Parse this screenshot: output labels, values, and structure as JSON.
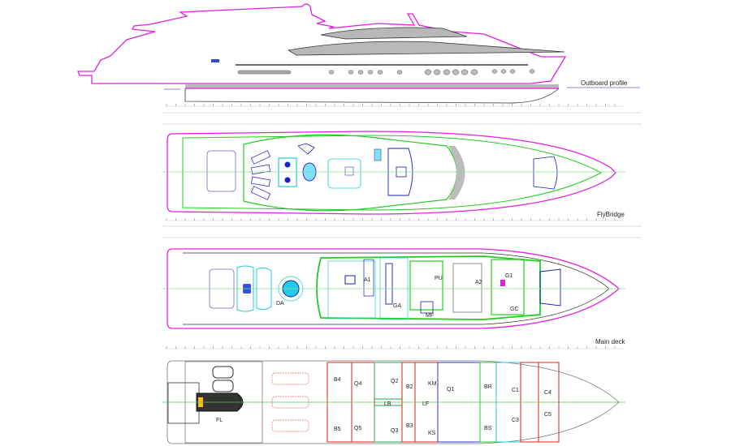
{
  "views": {
    "outboard": {
      "title": "Outboard profile"
    },
    "flybridge": {
      "title": "FlyBridge"
    },
    "main_deck": {
      "title": "Main deck",
      "rooms": [
        "DA",
        "A1",
        "GA",
        "PU",
        "MF",
        "A2",
        "G1",
        "GC"
      ]
    },
    "lower_deck": {
      "rooms": [
        "FL",
        "B4",
        "Q4",
        "Q2",
        "B2",
        "KM",
        "Q1",
        "BR",
        "C1",
        "C4",
        "LB",
        "LF",
        "B5",
        "Q5",
        "Q3",
        "B3",
        "KS",
        "BS",
        "C3",
        "C5"
      ]
    }
  },
  "colors": {
    "outline": "#e020e0",
    "structure": "#22cc22",
    "furniture": "#3333cc",
    "furniture_light": "#22ccdd",
    "cabins": "#dd2222",
    "centerline": "#44cc44",
    "water": "#8888ee"
  }
}
